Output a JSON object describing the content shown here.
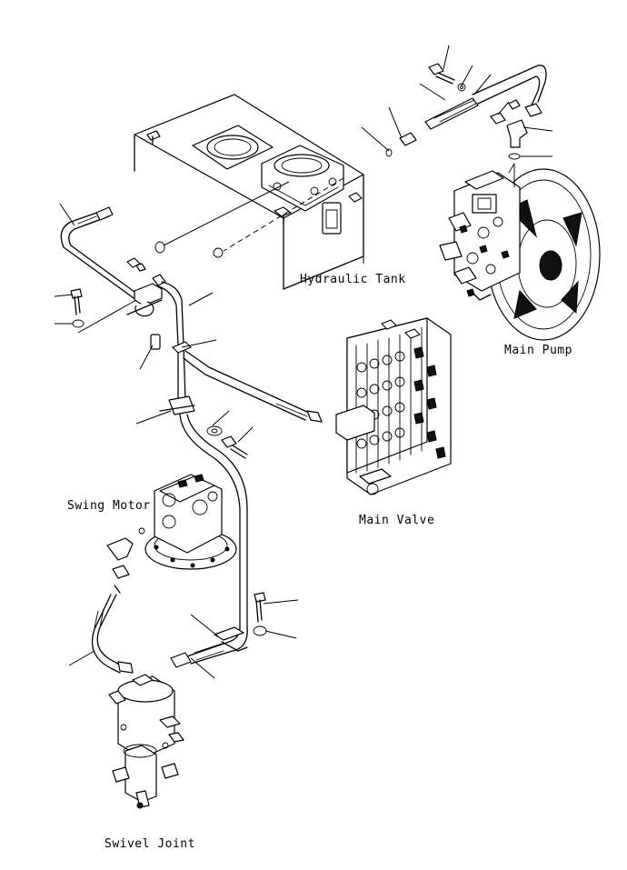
{
  "labels": {
    "hydraulic_tank": "Hydraulic Tank",
    "main_pump": "Main Pump",
    "main_valve": "Main Valve",
    "swing_motor": "Swing Motor",
    "swivel_joint": "Swivel Joint"
  }
}
